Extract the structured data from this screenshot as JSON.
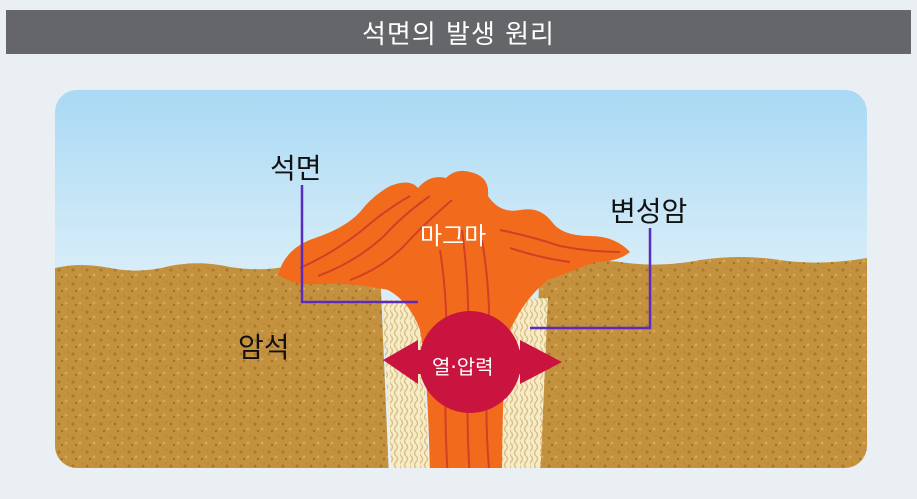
{
  "title": "석면의 발생 원리",
  "labels": {
    "asbestos": "석면",
    "metamorphic_rock": "변성암",
    "magma": "마그마",
    "rock": "암석",
    "heat_pressure": "열·압력"
  },
  "colors": {
    "title_bar": "#646669",
    "soil": "#c4923f",
    "magma": "#f26b1d",
    "pressure": "#c8143f",
    "leader_line": "#5a2bbf",
    "fiber": "#f7ecc8"
  }
}
